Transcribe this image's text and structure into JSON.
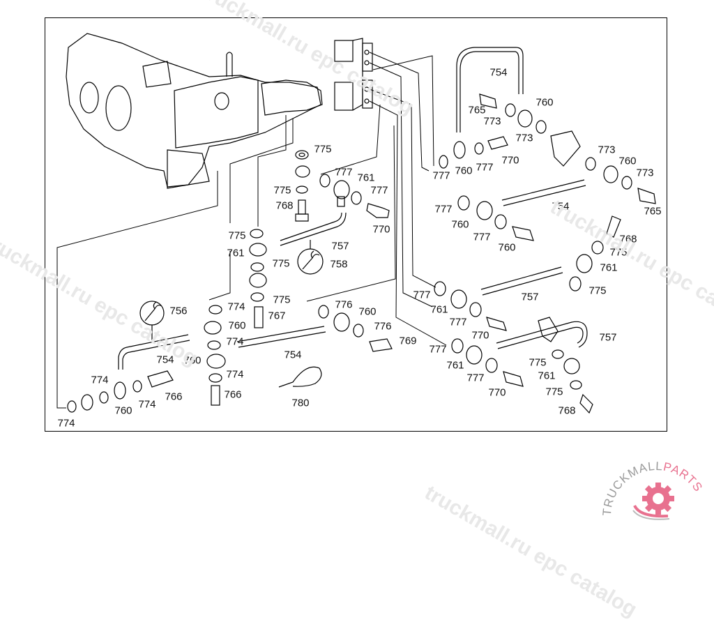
{
  "diagram": {
    "title": "Transmission oil lines / pneumatic lines exploded view",
    "callouts": [
      {
        "id": "c1",
        "text": "754"
      },
      {
        "id": "c2",
        "text": "765"
      },
      {
        "id": "c3",
        "text": "760"
      },
      {
        "id": "c4",
        "text": "773"
      },
      {
        "id": "c5",
        "text": "773"
      },
      {
        "id": "c6",
        "text": "770"
      },
      {
        "id": "c7",
        "text": "777"
      },
      {
        "id": "c8",
        "text": "760"
      },
      {
        "id": "c9",
        "text": "777"
      },
      {
        "id": "c10",
        "text": "773"
      },
      {
        "id": "c11",
        "text": "760"
      },
      {
        "id": "c12",
        "text": "773"
      },
      {
        "id": "c13",
        "text": "765"
      },
      {
        "id": "c14",
        "text": "777"
      },
      {
        "id": "c15",
        "text": "760"
      },
      {
        "id": "c16",
        "text": "754"
      },
      {
        "id": "c17",
        "text": "777"
      },
      {
        "id": "c18",
        "text": "760"
      },
      {
        "id": "c19",
        "text": "768"
      },
      {
        "id": "c20",
        "text": "775"
      },
      {
        "id": "c21",
        "text": "761"
      },
      {
        "id": "c22",
        "text": "775"
      },
      {
        "id": "c23",
        "text": "777"
      },
      {
        "id": "c24",
        "text": "761"
      },
      {
        "id": "c25",
        "text": "757"
      },
      {
        "id": "c26",
        "text": "777"
      },
      {
        "id": "c27",
        "text": "770"
      },
      {
        "id": "c28",
        "text": "757"
      },
      {
        "id": "c29",
        "text": "777"
      },
      {
        "id": "c30",
        "text": "761"
      },
      {
        "id": "c31",
        "text": "777"
      },
      {
        "id": "c32",
        "text": "770"
      },
      {
        "id": "c33",
        "text": "775"
      },
      {
        "id": "c34",
        "text": "761"
      },
      {
        "id": "c35",
        "text": "775"
      },
      {
        "id": "c36",
        "text": "768"
      },
      {
        "id": "c37",
        "text": "775"
      },
      {
        "id": "c38",
        "text": "777"
      },
      {
        "id": "c39",
        "text": "761"
      },
      {
        "id": "c40",
        "text": "775"
      },
      {
        "id": "c41",
        "text": "777"
      },
      {
        "id": "c42",
        "text": "768"
      },
      {
        "id": "c43",
        "text": "770"
      },
      {
        "id": "c44",
        "text": "775"
      },
      {
        "id": "c45",
        "text": "761"
      },
      {
        "id": "c46",
        "text": "757"
      },
      {
        "id": "c47",
        "text": "758"
      },
      {
        "id": "c48",
        "text": "775"
      },
      {
        "id": "c49",
        "text": "775"
      },
      {
        "id": "c50",
        "text": "767"
      },
      {
        "id": "c51",
        "text": "774"
      },
      {
        "id": "c52",
        "text": "760"
      },
      {
        "id": "c53",
        "text": "774"
      },
      {
        "id": "c54",
        "text": "760"
      },
      {
        "id": "c55",
        "text": "774"
      },
      {
        "id": "c56",
        "text": "766"
      },
      {
        "id": "c57",
        "text": "756"
      },
      {
        "id": "c58",
        "text": "754"
      },
      {
        "id": "c59",
        "text": "774"
      },
      {
        "id": "c60",
        "text": "760"
      },
      {
        "id": "c61",
        "text": "774"
      },
      {
        "id": "c62",
        "text": "766"
      },
      {
        "id": "c63",
        "text": "774"
      },
      {
        "id": "c64",
        "text": "776"
      },
      {
        "id": "c65",
        "text": "760"
      },
      {
        "id": "c66",
        "text": "776"
      },
      {
        "id": "c67",
        "text": "769"
      },
      {
        "id": "c68",
        "text": "754"
      },
      {
        "id": "c69",
        "text": "780"
      }
    ]
  },
  "watermarks": [
    {
      "text": "truckmall.ru epc catalog"
    },
    {
      "text": "truckmall.ru epc catalog"
    },
    {
      "text": "truckmall.ru epc catalog"
    },
    {
      "text": "truckmall.ru epc catalog"
    }
  ],
  "logo": {
    "text_gray": "TRUCKMALL",
    "text_pink": "PARTS",
    "accent_color": "#e8718f",
    "gray_color": "#9a9a9a"
  }
}
